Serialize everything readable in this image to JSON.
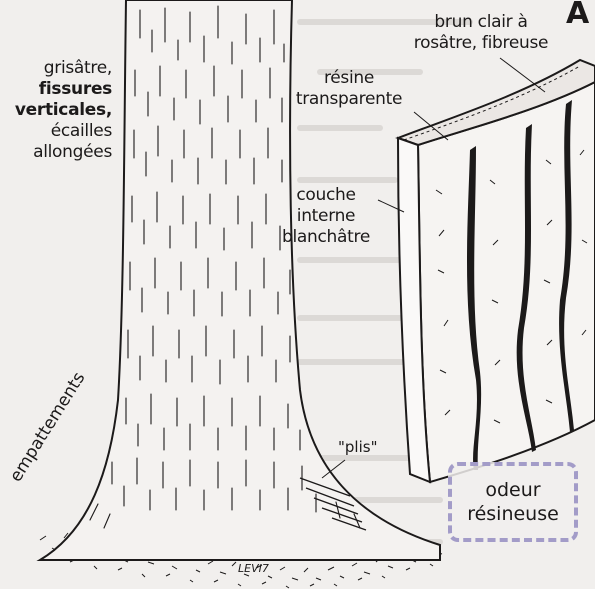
{
  "labels": {
    "corner_letter": "A",
    "bark_color_line1": "brun clair à",
    "bark_color_line2": "rosâtre, fibreuse",
    "resin_line1": "résine",
    "resin_line2": "transparente",
    "inner_line1": "couche",
    "inner_line2": "interne",
    "inner_line3": "blanchâtre",
    "trunk_line1": "grisâtre,",
    "trunk_line2": "fissures",
    "trunk_line3": "verticales,",
    "trunk_line4": "écailles",
    "trunk_line5": "allongées",
    "flare": "empattements",
    "folds": "\"plis\"",
    "odor_line1": "odeur",
    "odor_line2": "résineuse",
    "signature": "LEVI7"
  },
  "colors": {
    "ink": "#1c1a1a",
    "paper": "#f1efed",
    "ghost_text": "#c9c5c2",
    "dashed_box": "#a39cc8"
  }
}
